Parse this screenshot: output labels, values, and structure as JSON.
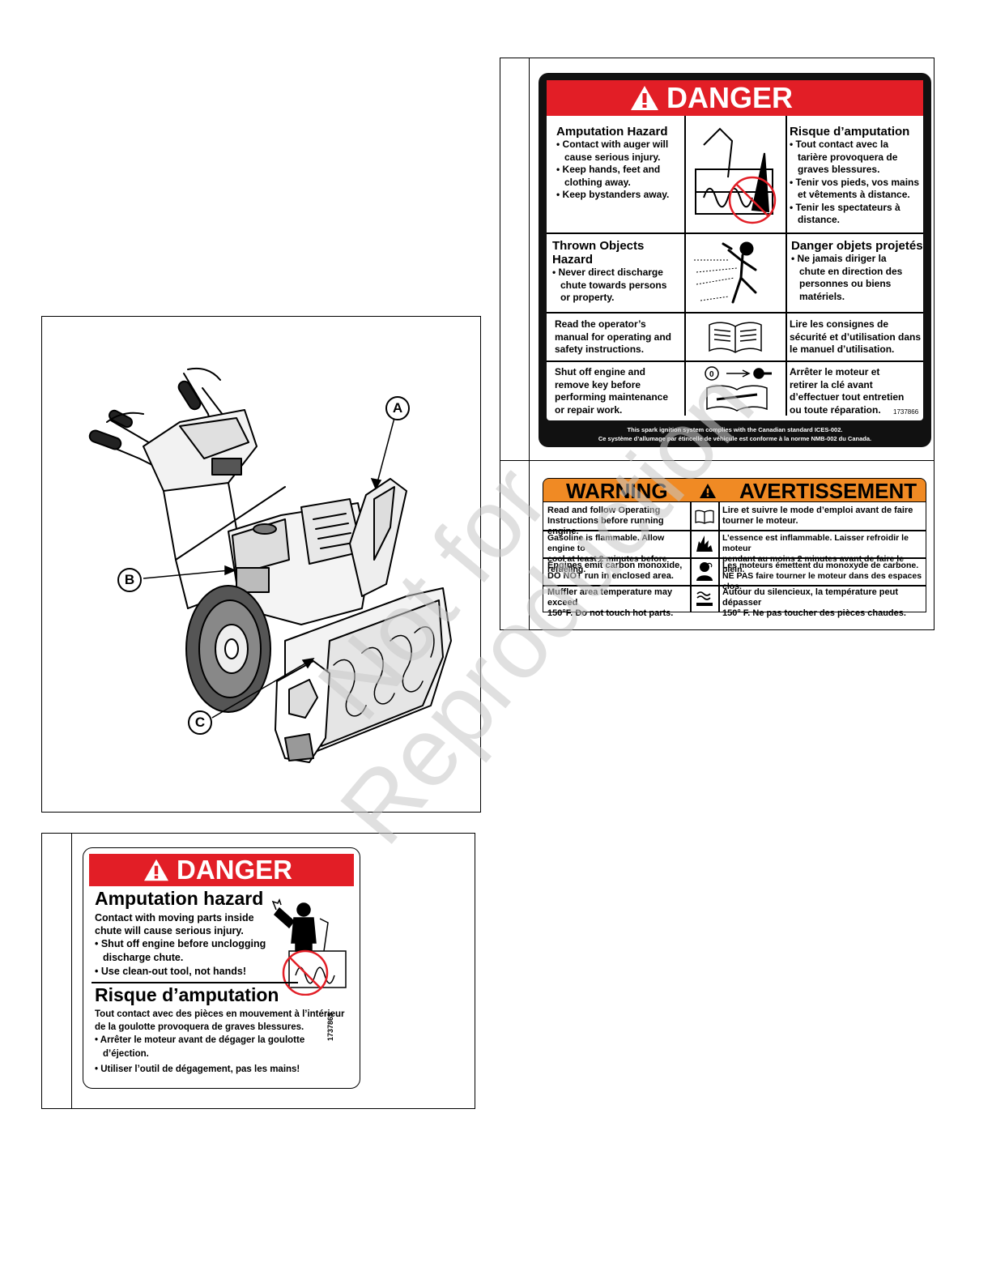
{
  "figure": {
    "callouts": [
      "A",
      "B",
      "C"
    ]
  },
  "danger_main": {
    "header": "DANGER",
    "rows": [
      {
        "en_title": "Amputation Hazard",
        "en_lines": [
          "• Contact with auger will",
          "  cause serious injury.",
          "• Keep hands, feet and",
          "  clothing away.",
          "• Keep bystanders away."
        ],
        "fr_title": "Risque d’amputation",
        "fr_lines": [
          "• Tout contact avec la",
          "  tarière provoquera de",
          "  graves blessures.",
          "• Tenir vos pieds, vos mains",
          "  et vêtements à distance.",
          "• Tenir les spectateurs à",
          "  distance."
        ]
      },
      {
        "en_title": "Thrown Objects Hazard",
        "en_lines": [
          "• Never direct discharge",
          "  chute towards persons",
          "  or property."
        ],
        "fr_title": "Danger objets projetés",
        "fr_lines": [
          "• Ne jamais diriger la",
          "  chute en direction des",
          "  personnes ou biens",
          "  matériels."
        ]
      },
      {
        "en_lines": [
          "Read the operator’s",
          "manual for operating and",
          "safety instructions."
        ],
        "fr_lines": [
          "Lire les consignes de",
          "sécurité et d’utilisation dans",
          "le manuel d’utilisation."
        ]
      },
      {
        "en_lines": [
          "Shut off engine and",
          "remove key before",
          "performing maintenance",
          "or repair work."
        ],
        "fr_lines": [
          "Arrêter le moteur et",
          "retirer la clé avant",
          "d’effectuer tout entretien",
          "ou toute réparation."
        ]
      }
    ],
    "part_number": "1737866",
    "footer_en": "This spark ignition system complies with the Canadian standard ICES-002.",
    "footer_fr": "Ce système d’allumage par étincelle de véhicule est conforme à la norme NMB-002 du Canada."
  },
  "warning": {
    "header_en": "WARNING",
    "header_fr": "AVERTISSEMENT",
    "rows": [
      {
        "en": [
          "Read and follow Operating",
          "Instructions before running engine."
        ],
        "fr": [
          "Lire et suivre le mode d’emploi avant de faire",
          "tourner le moteur."
        ]
      },
      {
        "en": [
          "Gasoline is flammable. Allow engine to",
          "cool at least 2 minutes before refueling."
        ],
        "fr": [
          "L’essence est inflammable. Laisser refroidir le moteur",
          "pendant au moins 2 minutes avant de faire le plein."
        ]
      },
      {
        "en": [
          "Engines emit carbon monoxide,",
          "DO NOT run in enclosed area."
        ],
        "fr": [
          "Les moteurs émettent du monoxyde de carbone.",
          "NE PAS faire tourner le moteur dans des espaces clos."
        ]
      },
      {
        "en": [
          "Muffler area temperature may exceed",
          "150°F.  Do not touch hot parts."
        ],
        "fr": [
          "Autour du silencieux, la température peut dépasser",
          "150° F. Ne pas toucher des pièces chaudes."
        ]
      }
    ]
  },
  "danger_small": {
    "header": "DANGER",
    "en_title": "Amputation hazard",
    "en_lines": [
      "Contact with moving parts inside",
      "chute will cause serious injury.",
      "• Shut off engine before unclogging",
      "  discharge chute.",
      "• Use clean-out tool, not hands!"
    ],
    "fr_title": "Risque d’amputation",
    "fr_lines": [
      "Tout contact avec des pièces en mouvement à l’intérieur",
      "de la goulotte provoquera de graves blessures.",
      "• Arrêter le moteur avant de dégager la goulotte",
      "  d’éjection.",
      "• Utiliser l’outil de dégagement, pas les mains!"
    ],
    "part_number": "1737865"
  },
  "watermark": {
    "line1": "Not for",
    "line2": "Reproduction"
  }
}
